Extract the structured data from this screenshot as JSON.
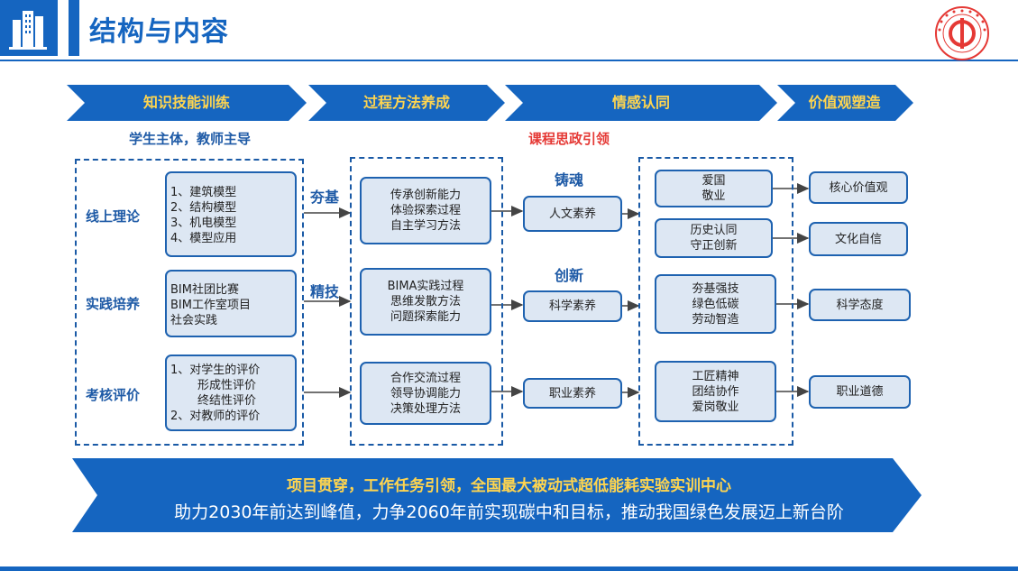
{
  "header": {
    "title": "结构与内容"
  },
  "stages": [
    "知识技能训练",
    "过程方法养成",
    "情感认同",
    "价值观塑造"
  ],
  "subheads": {
    "left": "学生主体，教师主导",
    "center": "课程思政引领"
  },
  "rows": [
    {
      "label": "线上理论",
      "items": [
        "1、建筑模型",
        "2、结构模型",
        "3、机电模型",
        "4、模型应用"
      ]
    },
    {
      "label": "实践培养",
      "items": [
        "BIM社团比赛",
        "BIM工作室项目",
        "社会实践"
      ]
    },
    {
      "label": "考核评价",
      "items": [
        "1、对学生的评价",
        "形成性评价",
        "终结性评价",
        "2、对教师的评价"
      ]
    }
  ],
  "connectors": [
    "夯基",
    "精技"
  ],
  "process": [
    [
      "传承创新能力",
      "体验探索过程",
      "自主学习方法"
    ],
    [
      "BIMA实践过程",
      "思维发散方法",
      "问题探索能力"
    ],
    [
      "合作交流过程",
      "领导协调能力",
      "决策处理方法"
    ]
  ],
  "emotion_labels": [
    "铸魂",
    "创新"
  ],
  "literacy": [
    "人文素养",
    "科学素养",
    "职业素养"
  ],
  "spirit": [
    [
      "爱国",
      "敬业"
    ],
    [
      "历史认同",
      "守正创新"
    ],
    [
      "夯基强技",
      "绿色低碳",
      "劳动智造"
    ],
    [
      "工匠精神",
      "团结协作",
      "爱岗敬业"
    ]
  ],
  "values": [
    "核心价值观",
    "文化自信",
    "科学态度",
    "职业道德"
  ],
  "banner": {
    "line1": "项目贯穿，工作任务引领，全国最大被动式超低能耗实验实训中心",
    "line2": "助力2030年前达到峰值，力争2060年前实现碳中和目标，推动我国绿色发展迈上新台阶"
  },
  "colors": {
    "primary": "#1565c0",
    "accent": "#ffd54f",
    "red": "#e53935"
  }
}
